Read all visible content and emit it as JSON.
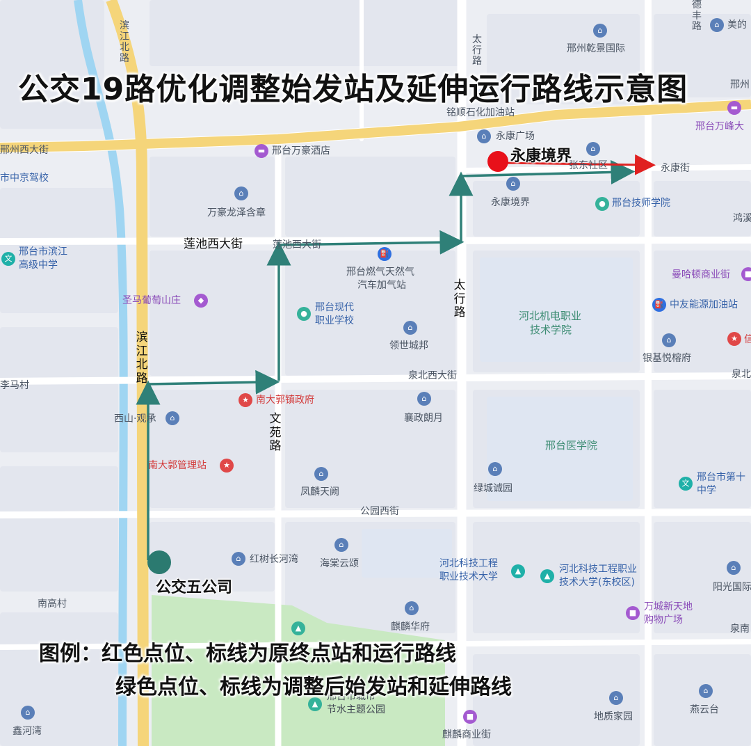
{
  "title": "公交19路优化调整始发站及延伸运行路线示意图",
  "colors": {
    "new_route": "#2f8078",
    "old_route": "#e02020",
    "new_stop": "#2b7a70",
    "old_stop": "#e8101a"
  },
  "stops": {
    "old_terminal": "永康境界",
    "new_origin": "公交五公司"
  },
  "legend": {
    "line1": "图例：红色点位、标线为原终点站和运行路线",
    "line2": "绿色点位、标线为调整后始发站和延伸路线"
  },
  "roads": {
    "binjiang_top": "滨江北路",
    "binjiang_mid": "滨江北路",
    "taihang_top": "太行路",
    "taihang_mid": "太行路",
    "wenyuan": "文苑路",
    "xingzhou_xi": "邢州西大街",
    "xingzhou_right": "邢州",
    "lianchi_bold": "莲池西大街",
    "lianchi_light": "莲池西大街",
    "quanbei": "泉北西大街",
    "quanbei_right": "泉北",
    "gongyuan": "公园西街",
    "yongkang_jie": "永康街",
    "quan_right": "泉南",
    "feng_top": "德丰路"
  },
  "places": {
    "xingzhou_qianjing": "邢州乾景国际",
    "meide": "美的",
    "mingshun": "铭顺石化加油站",
    "yongkang_plaza": "永康广场",
    "zhangdong": "张东社区",
    "wanhao_hotel": "邢台万豪酒店",
    "jingxiao": "市中京驾校",
    "wanhao_longze": "万豪龙泽含章",
    "yongkang_jingjie": "永康境界",
    "jishi_xueyuan": "邢台技师学院",
    "hongzhou": "鸿溪",
    "wanfeng": "邢台万峰大",
    "binjiang_school_1": "邢台市滨江",
    "binjiang_school_2": "高级中学",
    "ranqi_1": "邢台燃气天然气",
    "ranqi_2": "汽车加气站",
    "manhadun": "曼哈顿商业街",
    "shengma": "圣马葡萄山庄",
    "xiandai_1": "邢台现代",
    "xiandai_2": "职业学校",
    "jidian_1": "河北机电职业",
    "jidian_2": "技术学院",
    "zhongyou": "中友能源加油站",
    "lingshi": "领世城邦",
    "yinji": "银基悦榕府",
    "xin": "信",
    "limacun": "李马村",
    "nandaguo_gov": "南大郭镇政府",
    "xishan": "西山·观承",
    "xiangzheng": "襄政朗月",
    "yixueyuan": "邢台医学院",
    "nandaguo_station": "南大郭管理站",
    "fenglin": "凤麟天阙",
    "lvcheng": "绿城诚园",
    "dishi_1": "邢台市第十",
    "dishi_2": "中学",
    "hongshu": "红树长河湾",
    "haitang": "海棠云颂",
    "keji_1": "河北科技工程",
    "keji_2": "职业技术大学",
    "keji_east_1": "河北科技工程职业",
    "keji_east_2": "技术大学(东校区)",
    "yangguang": "阳光国际",
    "nangaocun": "南高村",
    "qilin_huafu": "麒麟华府",
    "wancheng_1": "万城新天地",
    "wancheng_2": "购物广场",
    "jieshui_1": "邢台市城市",
    "jieshui_2": "节水主题公园",
    "dizhi": "地质家园",
    "yanyun": "燕云台",
    "xinhewan": "鑫河湾",
    "qilin_shangye": "麒麟商业街"
  }
}
